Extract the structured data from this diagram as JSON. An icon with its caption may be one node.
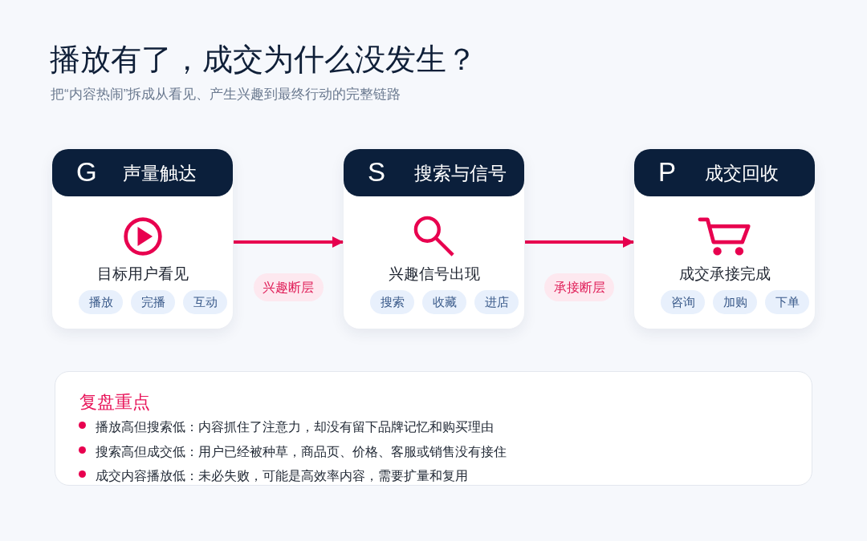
{
  "diagram": {
    "title": "播放有了，成交为什么没发生？",
    "nodes": [
      {
        "text": [
          "目标用户看见"
        ]
      },
      {
        "text": [
          "G",
          "声量触达"
        ],
        "in": 0
      },
      {
        "text": [
          "播放"
        ],
        "in": 0
      },
      {
        "text": [
          "完播"
        ],
        "in": 0
      },
      {
        "text": [
          "互动"
        ],
        "in": 0
      },
      {
        "text": [
          "兴趣信号出现"
        ]
      },
      {
        "text": [
          "S",
          "搜索与信号"
        ],
        "in": 5
      },
      {
        "text": [
          "搜索"
        ],
        "in": 5
      },
      {
        "text": [
          "收藏"
        ],
        "in": 5
      },
      {
        "text": [
          "进店"
        ],
        "in": 5
      },
      {
        "text": [
          "成交承接完成"
        ]
      },
      {
        "text": [
          "P",
          "成交回收"
        ],
        "in": 10
      },
      {
        "text": [
          "咨询"
        ],
        "in": 10
      },
      {
        "text": [
          "加购"
        ],
        "in": 10
      },
      {
        "text": [
          "下单"
        ],
        "in": 10
      },
      {
        "text": [
          "复盘重点",
          "播放高但搜索低：内容抓住了注意力，却没有留下品牌记忆和购买理由",
          "搜索高但成交低：用户已经被种草，商品页、价格、客服或销售没有接住",
          "成交内容播放低：未必失败，可能是高效率内容，需要扩量和复用"
        ]
      }
    ],
    "edges": [
      {
        "from": 0,
        "to": 5,
        "arrow": "to",
        "label": "兴趣断层"
      },
      {
        "from": 5,
        "to": 10,
        "arrow": "to",
        "label": "承接断层"
      }
    ],
    "labels": [
      "把“内容热闹”拆成从看见、产生兴趣到最终行动的完整链路"
    ]
  }
}
